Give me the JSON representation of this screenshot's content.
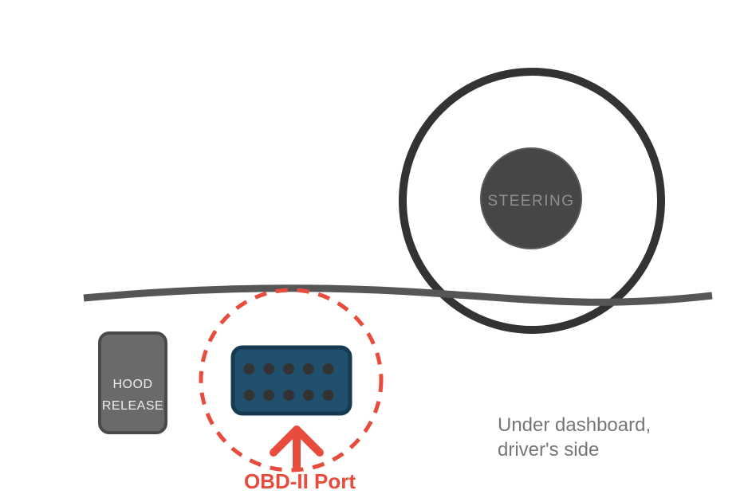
{
  "diagram": {
    "steering_label": "STEERING",
    "hood_release": {
      "line1": "HOOD",
      "line2": "RELEASE"
    },
    "obd_label": "OBD-II Port",
    "location_note": {
      "line1": "Under dashboard,",
      "line2": "driver's side"
    },
    "obd_port": {
      "pin_rows": 2,
      "pins_per_row": 5
    }
  },
  "colors": {
    "canvas_bg": "#ffffff",
    "accent_red": "#e74c3c",
    "wheel_rim": "#333333",
    "hub_fill": "#464646",
    "hub_edge": "#5a5a5a",
    "hub_text": "#8f8f8f",
    "dashboard_line": "#565656",
    "hood_fill": "#6a6a6a",
    "hood_border": "#4a4a4a",
    "hood_text": "#eeeeee",
    "port_fill": "#20506e",
    "port_border": "#153a52",
    "pin": "#333333",
    "location_text": "#767676"
  }
}
